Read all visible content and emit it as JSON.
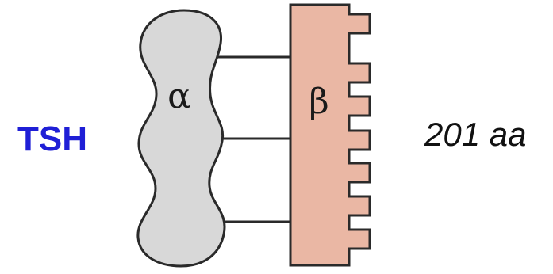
{
  "hormone_name": "TSH",
  "residue_count_label": "201 aa",
  "alpha_subunit": {
    "symbol": "α",
    "fill_color": "#d8d8d8"
  },
  "beta_subunit": {
    "symbol": "β",
    "fill_color": "#eab7a4"
  },
  "colors": {
    "hormone_label": "#1f1fd6",
    "outline": "#2a2a2a"
  }
}
